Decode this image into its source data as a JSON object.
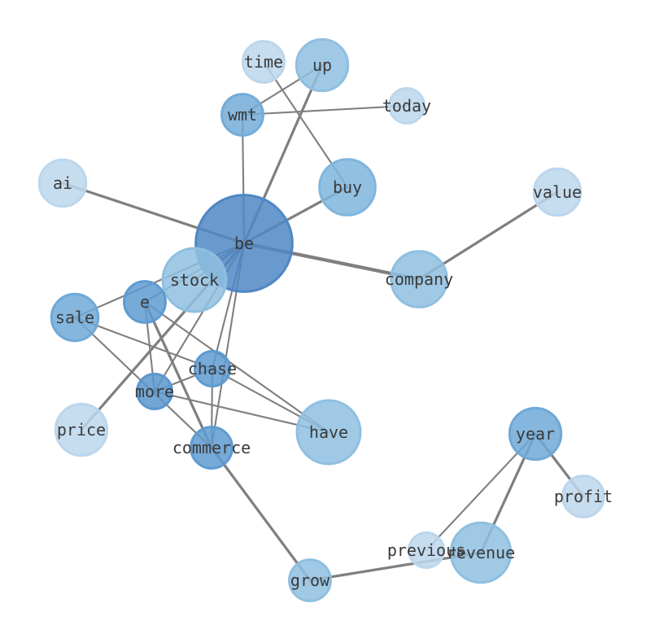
{
  "graph": {
    "nodes": [
      {
        "id": "be",
        "label": "be",
        "weight": 10,
        "color": "#4f87c4"
      },
      {
        "id": "stock",
        "label": "stock",
        "weight": 4,
        "color": "#8fbfe0"
      },
      {
        "id": "company",
        "label": "company",
        "weight": 3,
        "color": "#8fbfe0"
      },
      {
        "id": "buy",
        "label": "buy",
        "weight": 3,
        "color": "#7fb5de"
      },
      {
        "id": "up",
        "label": "up",
        "weight": 2.5,
        "color": "#8fbfe0"
      },
      {
        "id": "time",
        "label": "time",
        "weight": 1.5,
        "color": "#bcd6ec"
      },
      {
        "id": "wmt",
        "label": "wmt",
        "weight": 1.5,
        "color": "#73abd8"
      },
      {
        "id": "today",
        "label": "today",
        "weight": 1,
        "color": "#bcd6ec"
      },
      {
        "id": "ai",
        "label": "ai",
        "weight": 2,
        "color": "#bcd6ec"
      },
      {
        "id": "value",
        "label": "value",
        "weight": 2,
        "color": "#bcd6ec"
      },
      {
        "id": "e",
        "label": "e",
        "weight": 1.5,
        "color": "#5e9bd0"
      },
      {
        "id": "sale",
        "label": "sale",
        "weight": 2,
        "color": "#6ea9d8"
      },
      {
        "id": "chase",
        "label": "chase",
        "weight": 1,
        "color": "#5e9bd0"
      },
      {
        "id": "more",
        "label": "more",
        "weight": 1,
        "color": "#5a96cd"
      },
      {
        "id": "have",
        "label": "have",
        "weight": 4,
        "color": "#8fbfe0"
      },
      {
        "id": "price",
        "label": "price",
        "weight": 2.5,
        "color": "#bcd6ec"
      },
      {
        "id": "commerce",
        "label": "commerce",
        "weight": 1.5,
        "color": "#5e9bd0"
      },
      {
        "id": "year",
        "label": "year",
        "weight": 2.5,
        "color": "#6ea9d8"
      },
      {
        "id": "profit",
        "label": "profit",
        "weight": 1.5,
        "color": "#bcd6ec"
      },
      {
        "id": "previous",
        "label": "previous",
        "weight": 1,
        "color": "#bcd6ec"
      },
      {
        "id": "revenue",
        "label": "revenue",
        "weight": 3.5,
        "color": "#8fbfe0"
      },
      {
        "id": "grow",
        "label": "grow",
        "weight": 1.5,
        "color": "#8fbfe0"
      }
    ],
    "edges": [
      {
        "source": "be",
        "target": "company",
        "weight": 3
      },
      {
        "source": "be",
        "target": "buy",
        "weight": 2
      },
      {
        "source": "be",
        "target": "up",
        "weight": 2
      },
      {
        "source": "be",
        "target": "ai",
        "weight": 2
      },
      {
        "source": "be",
        "target": "wmt",
        "weight": 1
      },
      {
        "source": "be",
        "target": "stock",
        "weight": 1
      },
      {
        "source": "be",
        "target": "e",
        "weight": 1
      },
      {
        "source": "be",
        "target": "sale",
        "weight": 1
      },
      {
        "source": "be",
        "target": "chase",
        "weight": 1
      },
      {
        "source": "be",
        "target": "more",
        "weight": 1
      },
      {
        "source": "be",
        "target": "commerce",
        "weight": 1
      },
      {
        "source": "be",
        "target": "price",
        "weight": 2
      },
      {
        "source": "company",
        "target": "value",
        "weight": 2
      },
      {
        "source": "time",
        "target": "buy",
        "weight": 1
      },
      {
        "source": "wmt",
        "target": "up",
        "weight": 1
      },
      {
        "source": "wmt",
        "target": "today",
        "weight": 1
      },
      {
        "source": "e",
        "target": "more",
        "weight": 1
      },
      {
        "source": "e",
        "target": "commerce",
        "weight": 2
      },
      {
        "source": "e",
        "target": "have",
        "weight": 1
      },
      {
        "source": "sale",
        "target": "chase",
        "weight": 1
      },
      {
        "source": "sale",
        "target": "commerce",
        "weight": 1
      },
      {
        "source": "chase",
        "target": "more",
        "weight": 1
      },
      {
        "source": "chase",
        "target": "have",
        "weight": 1
      },
      {
        "source": "chase",
        "target": "commerce",
        "weight": 1
      },
      {
        "source": "more",
        "target": "have",
        "weight": 1
      },
      {
        "source": "commerce",
        "target": "grow",
        "weight": 2
      },
      {
        "source": "grow",
        "target": "revenue",
        "weight": 2
      },
      {
        "source": "revenue",
        "target": "year",
        "weight": 2
      },
      {
        "source": "year",
        "target": "profit",
        "weight": 2
      },
      {
        "source": "year",
        "target": "previous",
        "weight": 1
      }
    ]
  }
}
